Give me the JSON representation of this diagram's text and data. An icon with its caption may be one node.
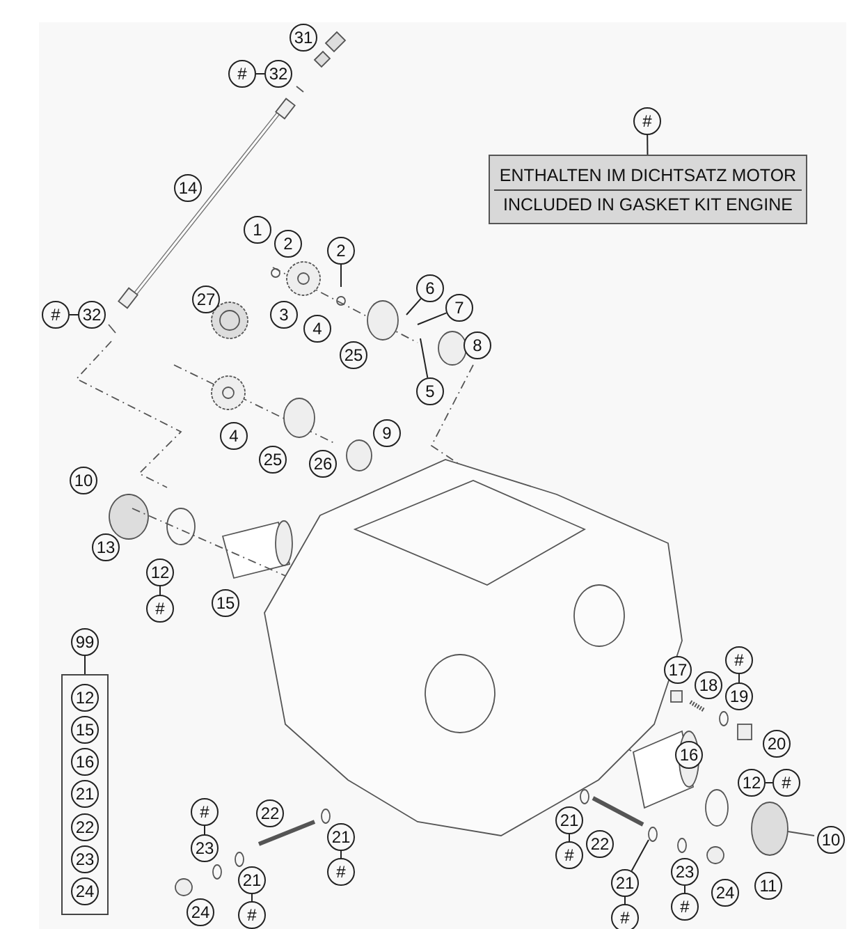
{
  "diagram": {
    "nodes": [
      {
        "text": [
          "31"
        ]
      },
      {
        "text": [
          "#"
        ]
      },
      {
        "text": [
          "32"
        ]
      },
      {
        "text": [
          "#"
        ]
      },
      {
        "text": [
          "ENTHALTEN IM DICHTSATZ MOTOR",
          "INCLUDED IN GASKET KIT ENGINE"
        ]
      },
      {
        "text": [
          "14"
        ]
      },
      {
        "text": [
          "1"
        ]
      },
      {
        "text": [
          "2"
        ]
      },
      {
        "text": [
          "2"
        ]
      },
      {
        "text": [
          "27"
        ]
      },
      {
        "text": [
          "3"
        ]
      },
      {
        "text": [
          "4"
        ]
      },
      {
        "text": [
          "6"
        ]
      },
      {
        "text": [
          "7"
        ]
      },
      {
        "text": [
          "#"
        ]
      },
      {
        "text": [
          "32"
        ]
      },
      {
        "text": [
          "8"
        ]
      },
      {
        "text": [
          "25"
        ]
      },
      {
        "text": [
          "5"
        ]
      },
      {
        "text": [
          "9"
        ]
      },
      {
        "text": [
          "4"
        ]
      },
      {
        "text": [
          "25"
        ]
      },
      {
        "text": [
          "26"
        ]
      },
      {
        "text": [
          "10"
        ]
      },
      {
        "text": [
          "13"
        ]
      },
      {
        "text": [
          "12"
        ]
      },
      {
        "text": [
          "#"
        ]
      },
      {
        "text": [
          "15"
        ]
      },
      {
        "text": [
          "99"
        ]
      },
      {
        "text": [],
        "shape": "box"
      },
      {
        "text": [
          "12"
        ],
        "in": 29
      },
      {
        "text": [
          "15"
        ],
        "in": 29
      },
      {
        "text": [
          "16"
        ],
        "in": 29
      },
      {
        "text": [
          "21"
        ],
        "in": 29
      },
      {
        "text": [
          "22"
        ],
        "in": 29
      },
      {
        "text": [
          "23"
        ],
        "in": 29
      },
      {
        "text": [
          "24"
        ],
        "in": 29
      },
      {
        "text": [
          "#"
        ]
      },
      {
        "text": [
          "17"
        ]
      },
      {
        "text": [
          "18"
        ]
      },
      {
        "text": [
          "19"
        ]
      },
      {
        "text": [
          "20"
        ]
      },
      {
        "text": [
          "16"
        ]
      },
      {
        "text": [
          "12"
        ]
      },
      {
        "text": [
          "#"
        ]
      },
      {
        "text": [
          "#"
        ]
      },
      {
        "text": [
          "22"
        ]
      },
      {
        "text": [
          "23"
        ]
      },
      {
        "text": [
          "21"
        ]
      },
      {
        "text": [
          "21"
        ]
      },
      {
        "text": [
          "22"
        ]
      },
      {
        "text": [
          "10"
        ]
      },
      {
        "text": [
          "#"
        ]
      },
      {
        "text": [
          "#"
        ]
      },
      {
        "text": [
          "21"
        ]
      },
      {
        "text": [
          "23"
        ]
      },
      {
        "text": [
          "24"
        ]
      },
      {
        "text": [
          "11"
        ]
      },
      {
        "text": [
          "24"
        ]
      },
      {
        "text": [
          "#"
        ]
      },
      {
        "text": [
          "21"
        ]
      },
      {
        "text": [
          "#"
        ]
      },
      {
        "text": [
          "#"
        ]
      }
    ],
    "edges": [
      {
        "from": 1,
        "to": 2,
        "arrow": "none"
      },
      {
        "from": 3,
        "to": 4,
        "arrow": "none"
      },
      {
        "from": 8,
        "to": null,
        "arrow": "none"
      },
      {
        "from": 12,
        "to": null,
        "arrow": "none"
      },
      {
        "from": 13,
        "to": null,
        "arrow": "none"
      },
      {
        "from": 14,
        "to": 15,
        "arrow": "none"
      },
      {
        "from": 18,
        "to": null,
        "arrow": "none"
      },
      {
        "from": 25,
        "to": 26,
        "arrow": "none"
      },
      {
        "from": 28,
        "to": 29,
        "arrow": "none"
      },
      {
        "from": 37,
        "to": 40,
        "arrow": "none"
      },
      {
        "from": 43,
        "to": 44,
        "arrow": "none"
      },
      {
        "from": 45,
        "to": 47,
        "arrow": "none"
      },
      {
        "from": 48,
        "to": 52,
        "arrow": "none"
      },
      {
        "from": 49,
        "to": 53,
        "arrow": "none"
      },
      {
        "from": 54,
        "to": 59,
        "arrow": "none"
      },
      {
        "from": 55,
        "to": 61,
        "arrow": "none"
      },
      {
        "from": 60,
        "to": 62,
        "arrow": "none"
      },
      {
        "from": 60,
        "to": null,
        "arrow": "none"
      }
    ]
  }
}
